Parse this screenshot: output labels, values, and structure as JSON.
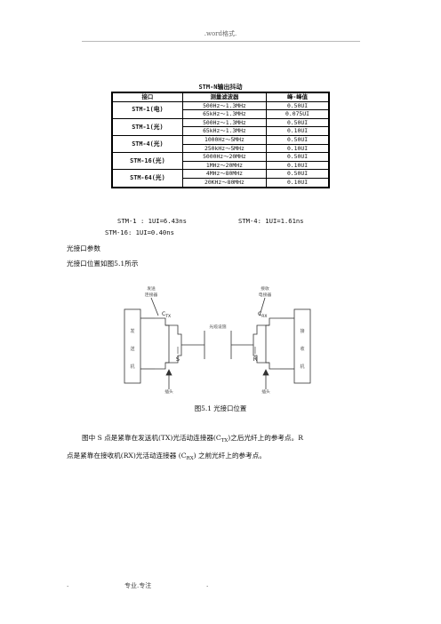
{
  "header": {
    "text": ".word格式."
  },
  "table": {
    "title": "STM-N输出抖动",
    "columns": [
      "接口",
      "测量滤波器",
      "峰-峰值"
    ],
    "groups": [
      {
        "interface": "STM-1(电)",
        "rows": [
          {
            "filter": "500Hz～1.3MHz",
            "value": "0.50UI"
          },
          {
            "filter": "65kHz～1.3MHz",
            "value": "0.075UI"
          }
        ]
      },
      {
        "interface": "STM-1(光)",
        "rows": [
          {
            "filter": "500Hz～1.3MHz",
            "value": "0.50UI"
          },
          {
            "filter": "65kHz～1.3MHz",
            "value": "0.10UI"
          }
        ]
      },
      {
        "interface": "STM-4(光)",
        "rows": [
          {
            "filter": "1000Hz～5MHz",
            "value": "0.50UI"
          },
          {
            "filter": "250kHz～5MHz",
            "value": "0.10UI"
          }
        ]
      },
      {
        "interface": "STM-16(光)",
        "rows": [
          {
            "filter": "5000Hz～20MHz",
            "value": "0.50UI"
          },
          {
            "filter": "1MHz～20MHz",
            "value": "0.10UI"
          }
        ]
      },
      {
        "interface": "STM-64(光)",
        "rows": [
          {
            "filter": "4MHz～80MHz",
            "value": "0.50UI"
          },
          {
            "filter": "20KHz～80MHz",
            "value": "0.10UI"
          }
        ]
      }
    ]
  },
  "notes": {
    "stm1": "STM-1 : 1UI=6.43ns",
    "stm4": "STM-4: 1UI=1.61ns",
    "stm16": "STM-16: 1UI=0.40ns"
  },
  "section": {
    "heading": "光接口参数",
    "subheading": "光接口位置如图5.1所示"
  },
  "diagram": {
    "tx_connector": "发送\n连接器",
    "rx_connector": "接收\n连接器",
    "ctx_c": "C",
    "ctx_sub": "TX",
    "crx_c": "C",
    "crx_sub": "RX",
    "tx_box": [
      "发",
      "送",
      "机"
    ],
    "rx_box": [
      "接",
      "收",
      "机"
    ],
    "link_label": "光缆设施",
    "point_s": "S",
    "point_r": "R",
    "plug_left": "插头",
    "plug_right": "插头"
  },
  "caption": "图5.1  光接口位置",
  "paragraph": {
    "p1": "图中 S 点是紧靠在发送机(TX)光活动连接器(C",
    "sub1": "TX",
    "p2": ")之后光纤上的参考点。R",
    "p3": "点是紧靠在接收机(RX)光活动连接器 (C",
    "sub2": "RX",
    "p4": ") 之前光纤上的参考点。"
  },
  "footer": {
    "left": ".",
    "center": "专业.专注",
    "right": "."
  }
}
